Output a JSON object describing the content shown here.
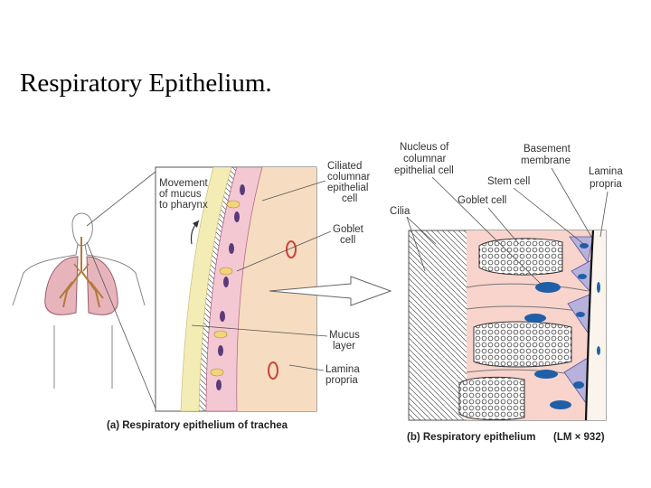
{
  "slide": {
    "title": "Respiratory Epithelium."
  },
  "panel_a": {
    "labels": {
      "movement_line1": "Movement",
      "movement_line2": "of mucus",
      "movement_line3": "to pharynx",
      "ciliated_line1": "Ciliated",
      "ciliated_line2": "columnar",
      "ciliated_line3": "epithelial",
      "ciliated_line4": "cell",
      "goblet_line1": "Goblet",
      "goblet_line2": "cell",
      "mucus_line1": "Mucus",
      "mucus_line2": "layer",
      "lamina_line1": "Lamina",
      "lamina_line2": "propria"
    },
    "caption": "(a) Respiratory epithelium of trachea"
  },
  "panel_b": {
    "labels": {
      "nucleus_line1": "Nucleus of",
      "nucleus_line2": "columnar",
      "nucleus_line3": "epithelial cell",
      "basement_line1": "Basement",
      "basement_line2": "membrane",
      "lamina_line1": "Lamina",
      "lamina_line2": "propria",
      "stem": "Stem cell",
      "goblet": "Goblet cell",
      "cilia": "Cilia"
    },
    "caption_main": "(b) Respiratory epithelium",
    "caption_mag": "(LM × 932)"
  },
  "colors": {
    "epithelium_pink": "#f4c8d2",
    "lamina_peach": "#f6dcc0",
    "mucus_yellow": "#f3ecb4",
    "nucleus_blue": "#1f5fa8",
    "lung_pink": "#e8b4bc"
  }
}
